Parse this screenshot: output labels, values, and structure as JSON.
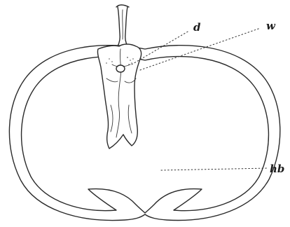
{
  "figure": {
    "labels": {
      "label_1": "d",
      "label_2": "w",
      "label_3": "hb"
    }
  }
}
